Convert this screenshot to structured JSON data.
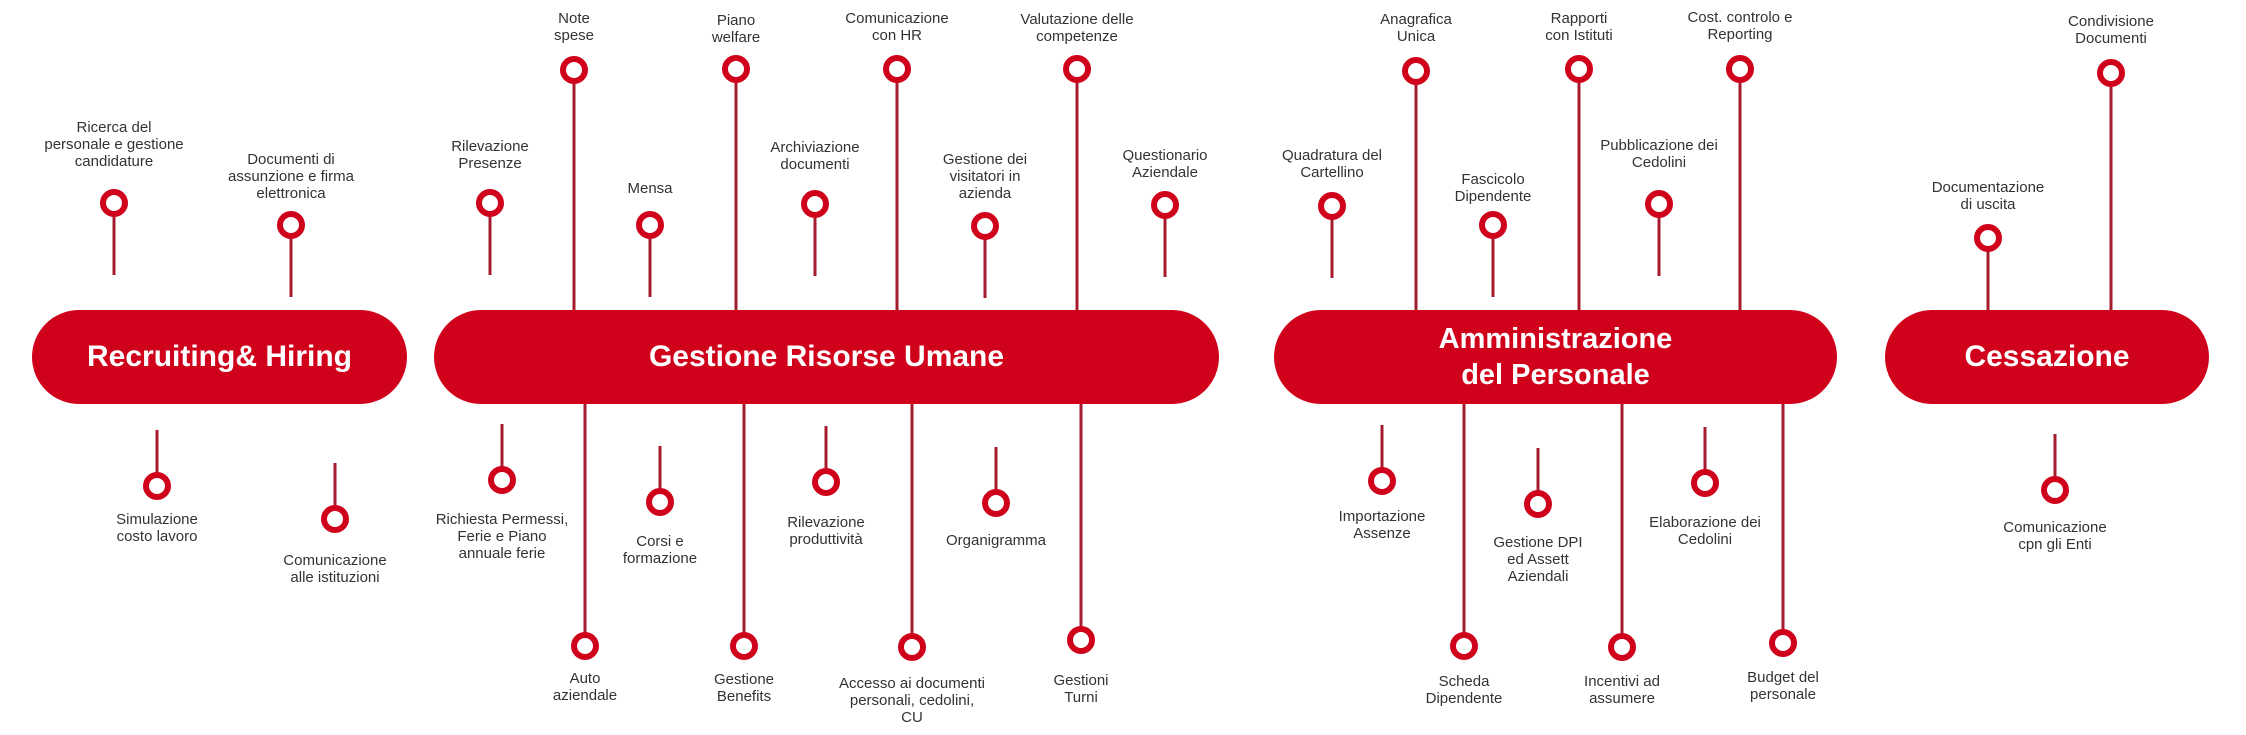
{
  "colors": {
    "accent": "#d0021b",
    "stem": "#a51d2d",
    "text": "#333333",
    "background": "#ffffff"
  },
  "phases": [
    {
      "title": "Recruiting& Hiring",
      "top": [
        {
          "label": "Ricerca del\npersonale e gestione\ncandidature"
        },
        {
          "label": "Documenti di\nassunzione e firma\nelettronica"
        }
      ],
      "bottom": [
        {
          "label": "Simulazione\ncosto lavoro"
        },
        {
          "label": "Comunicazione\nalle istituzioni"
        }
      ]
    },
    {
      "title": "Gestione Risorse Umane",
      "top": [
        {
          "label": "Rilevazione\nPresenze"
        },
        {
          "label": "Note\nspese"
        },
        {
          "label": "Mensa"
        },
        {
          "label": "Piano\nwelfare"
        },
        {
          "label": "Archiviazione\ndocumenti"
        },
        {
          "label": "Comunicazione\ncon HR"
        },
        {
          "label": "Gestione dei\nvisitatori in\nazienda"
        },
        {
          "label": "Valutazione delle\ncompetenze"
        },
        {
          "label": "Questionario\nAziendale"
        }
      ],
      "bottom": [
        {
          "label": "Richiesta Permessi,\nFerie e Piano\nannuale ferie"
        },
        {
          "label": "Auto\naziendale"
        },
        {
          "label": "Corsi e\nformazione"
        },
        {
          "label": "Gestione\nBenefits"
        },
        {
          "label": "Rilevazione\nproduttività"
        },
        {
          "label": "Accesso ai documenti\npersonali, cedolini,\nCU"
        },
        {
          "label": "Organigramma"
        },
        {
          "label": "Gestioni\nTurni"
        }
      ]
    },
    {
      "title": "Amministrazione\ndel Personale",
      "top": [
        {
          "label": "Quadratura del\nCartellino"
        },
        {
          "label": "Anagrafica\nUnica"
        },
        {
          "label": "Fascicolo\nDipendente"
        },
        {
          "label": "Rapporti\ncon Istituti"
        },
        {
          "label": "Pubblicazione dei\nCedolini"
        },
        {
          "label": "Cost. controlo e\nReporting"
        }
      ],
      "bottom": [
        {
          "label": "Importazione\nAssenze"
        },
        {
          "label": "Scheda\nDipendente"
        },
        {
          "label": "Gestione DPI\ned Assett\nAziendali"
        },
        {
          "label": "Incentivi ad\nassumere"
        },
        {
          "label": "Elaborazione dei\nCedolini"
        },
        {
          "label": "Budget del\npersonale"
        }
      ]
    },
    {
      "title": "Cessazione",
      "top": [
        {
          "label": "Documentazione\ndi uscita"
        },
        {
          "label": "Condivisione\nDocumenti"
        }
      ],
      "bottom": [
        {
          "label": "Comunicazione\ncpn gli Enti"
        }
      ]
    }
  ]
}
